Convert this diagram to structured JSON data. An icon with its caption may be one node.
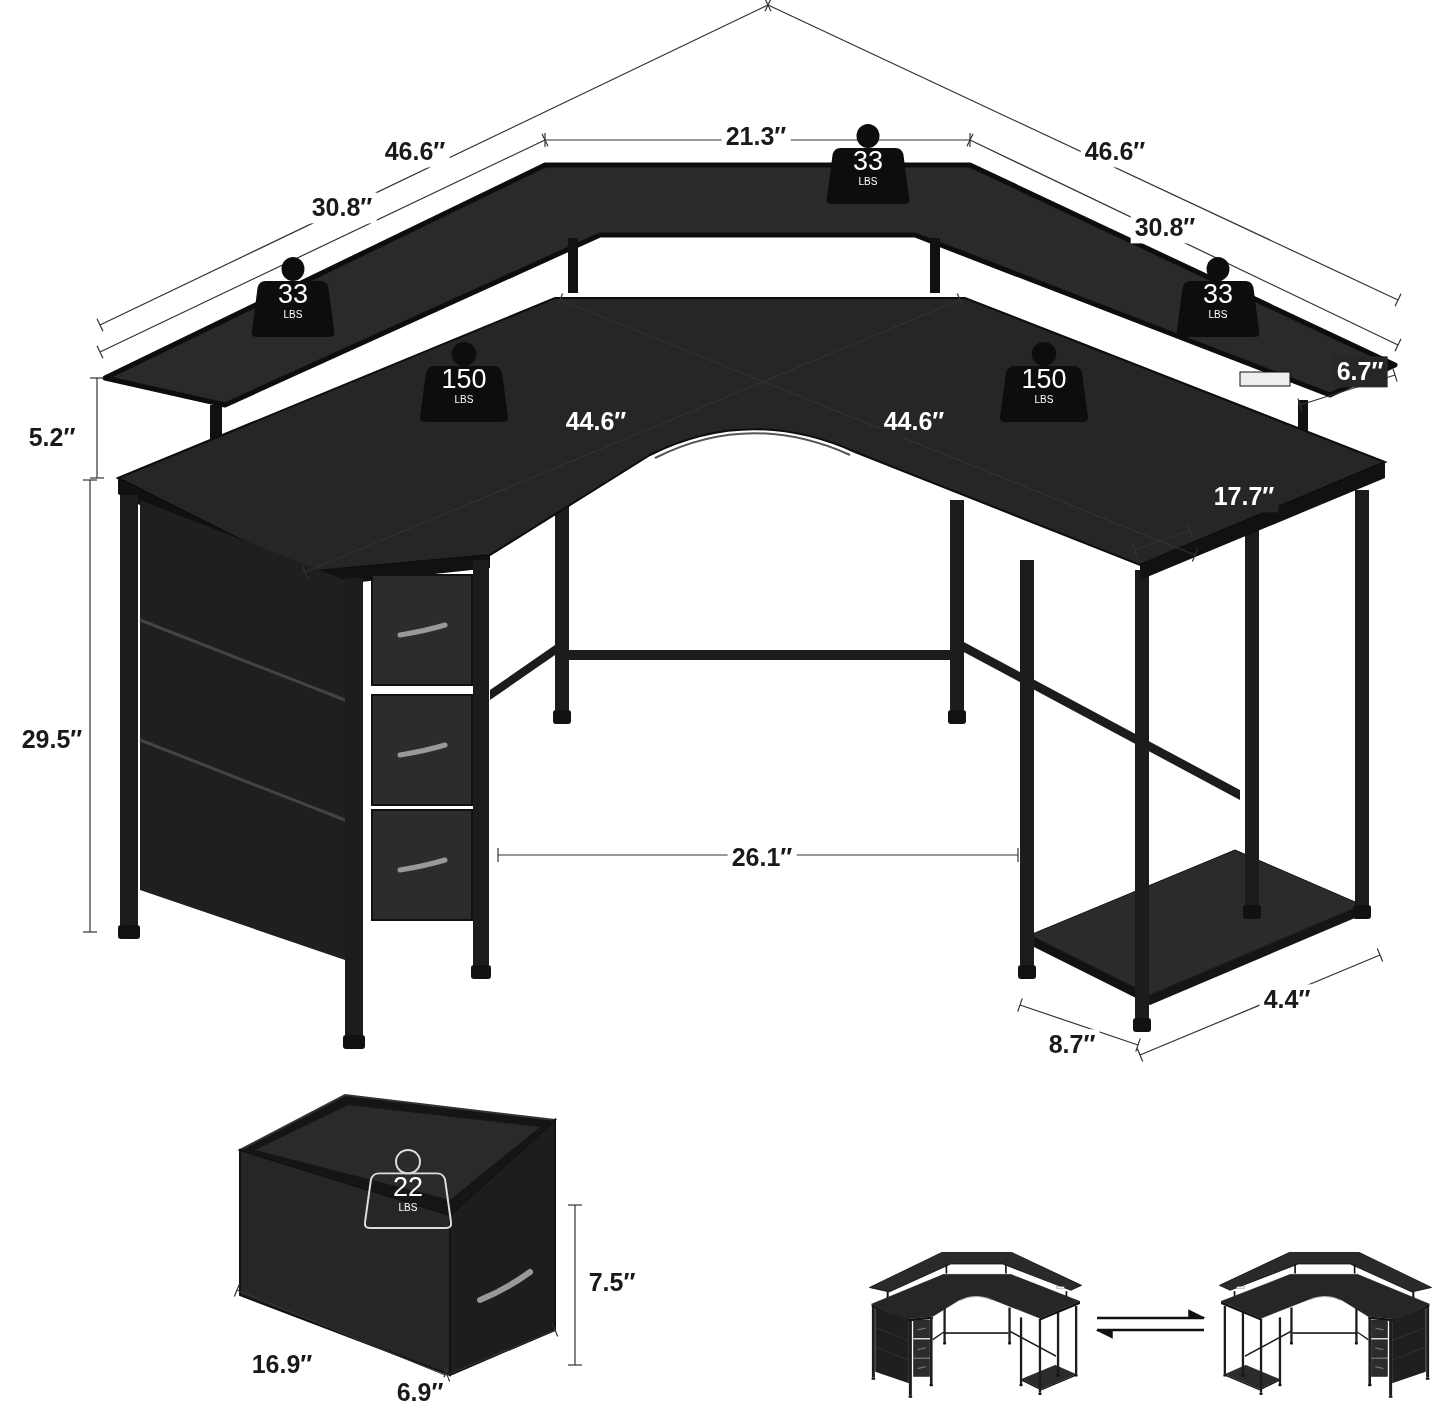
{
  "diagram": {
    "nodes": [
      {
        "text": [
          "33",
          "LBS"
        ]
      },
      {
        "text": [
          "33",
          "LBS"
        ]
      },
      {
        "text": [
          "33",
          "LBS"
        ]
      },
      {
        "text": [
          "150",
          "LBS"
        ]
      },
      {
        "text": [
          "150",
          "LBS"
        ]
      },
      {
        "text": [
          "22",
          "LBS"
        ]
      },
      {
        "text": [],
        "shape": "picture"
      },
      {
        "text": [],
        "shape": "picture"
      }
    ],
    "edges": [
      {
        "from": 6,
        "to": 7,
        "arrow": "to"
      },
      {
        "from": 7,
        "to": 6,
        "arrow": "to"
      }
    ],
    "labels": [
      "46.6″",
      "21.3″",
      "46.6″",
      "30.8″",
      "30.8″",
      "5.2″",
      "44.6″",
      "44.6″",
      "6.7″",
      "17.7″",
      "29.5″",
      "26.1″",
      "4.4″",
      "8.7″",
      "7.5″",
      "16.9″",
      "6.9″"
    ]
  }
}
